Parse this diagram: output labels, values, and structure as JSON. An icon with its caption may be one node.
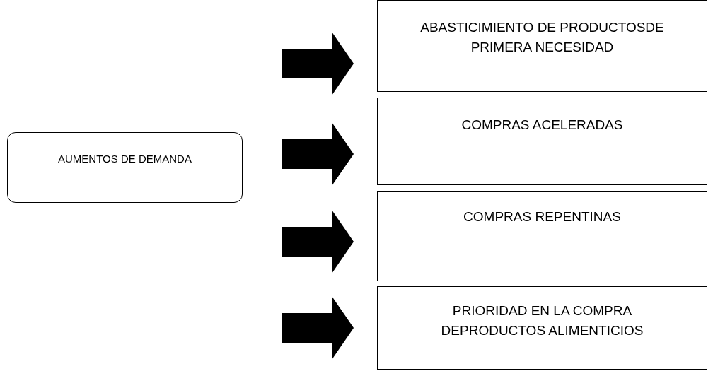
{
  "diagram": {
    "nodes": [
      {
        "text": [
          "AUMENTOS DE DEMANDA"
        ]
      },
      {
        "text": [
          "ABASTICIMIENTO DE PRODUCTOSDE PRIMERA NECESIDAD"
        ]
      },
      {
        "text": [
          "COMPRAS ACELERADAS"
        ]
      },
      {
        "text": [
          "COMPRAS REPENTINAS"
        ]
      },
      {
        "text": [
          "PRIORIDAD EN LA COMPRA DEPRODUCTOS ALIMENTICIOS"
        ]
      }
    ],
    "edges": [
      {
        "from": null,
        "to": 1,
        "arrow": "to"
      },
      {
        "from": null,
        "to": 2,
        "arrow": "to"
      },
      {
        "from": null,
        "to": 3,
        "arrow": "to"
      },
      {
        "from": null,
        "to": 4,
        "arrow": "to"
      }
    ]
  }
}
